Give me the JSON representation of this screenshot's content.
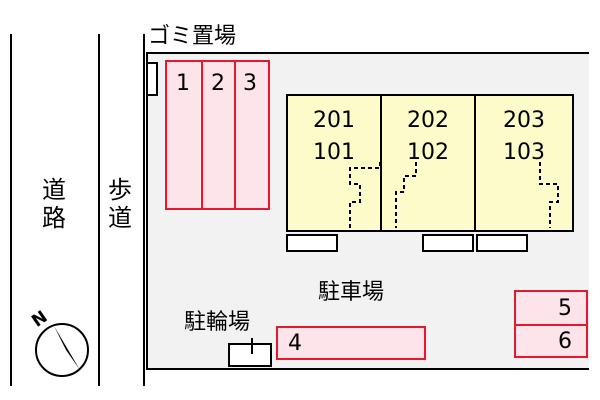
{
  "labels": {
    "garbage": "ゴミ置場",
    "road": "道路",
    "sidewalk": "歩道",
    "parking": "駐車場",
    "bicycle": "駐輪場",
    "north": "N"
  },
  "bays_vertical": [
    "1",
    "2",
    "3"
  ],
  "bay_4": "4",
  "bay_5": "5",
  "bay_6": "6",
  "units": [
    {
      "upper": "201",
      "lower": "101"
    },
    {
      "upper": "202",
      "lower": "102"
    },
    {
      "upper": "203",
      "lower": "103"
    }
  ],
  "colors": {
    "bay_border": "#e41a2c",
    "bay_fill": "#fde3ea",
    "building_fill": "#fdfbc9",
    "lot_fill": "#f2f2f2"
  }
}
